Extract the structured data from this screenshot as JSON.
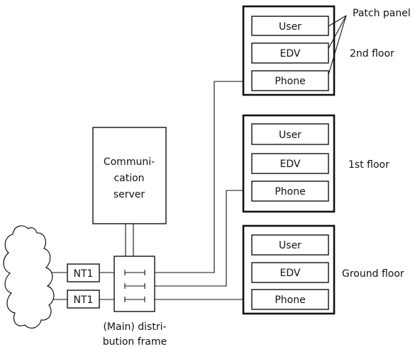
{
  "patch_panel_label": "Patch panel",
  "floors": [
    {
      "name": "2nd floor",
      "ports": [
        "User",
        "EDV",
        "Phone"
      ]
    },
    {
      "name": "1st floor",
      "ports": [
        "User",
        "EDV",
        "Phone"
      ]
    },
    {
      "name": "Ground floor",
      "ports": [
        "User",
        "EDV",
        "Phone"
      ]
    }
  ],
  "server": {
    "line1": "Communi-",
    "line2": "cation",
    "line3": "server"
  },
  "ntbas": [
    "NT1",
    "NT1"
  ],
  "distribution_frame": {
    "line1": "(Main) distri-",
    "line2": "bution frame"
  }
}
